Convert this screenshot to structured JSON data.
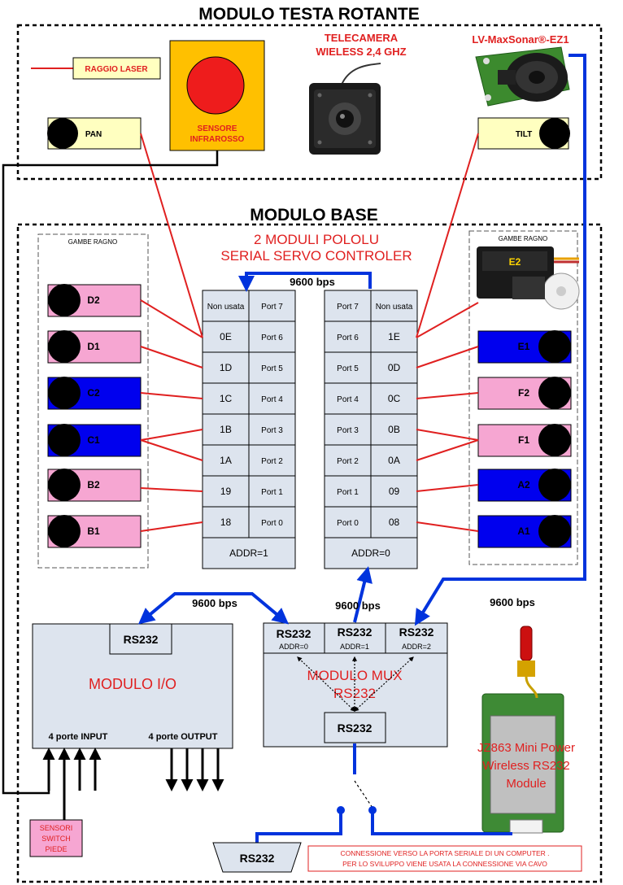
{
  "top_module": {
    "title": "MODULO TESTA ROTANTE",
    "laser_label": "RAGGIO LASER",
    "pan_label": "PAN",
    "tilt_label": "TILT",
    "ir_sensor": [
      "SENSORE",
      "INFRAROSSO"
    ],
    "camera": [
      "TELECAMERA",
      "WIELESS 2,4 GHZ"
    ],
    "sonar": "LV-MaxSonar®-EZ1"
  },
  "base_module": {
    "title": "MODULO BASE",
    "controller_title": [
      "2 MODULI POLOLU",
      "SERIAL SERVO  CONTROLER"
    ],
    "baud_top": "9600 bps",
    "left_group_label": "GAMBE RAGNO",
    "right_group_label": "GAMBE RAGNO",
    "servo_image_label": "E2",
    "left_legs": [
      {
        "label": "D2",
        "color": "#f6a6d2"
      },
      {
        "label": "D1",
        "color": "#f6a6d2"
      },
      {
        "label": "C2",
        "color": "#0000ee"
      },
      {
        "label": "C1",
        "color": "#0000ee"
      },
      {
        "label": "B2",
        "color": "#f6a6d2"
      },
      {
        "label": "B1",
        "color": "#f6a6d2"
      }
    ],
    "right_legs": [
      {
        "label": "E1",
        "color": "#0000ee"
      },
      {
        "label": "F2",
        "color": "#f6a6d2"
      },
      {
        "label": "F1",
        "color": "#f6a6d2"
      },
      {
        "label": "A2",
        "color": "#0000ee"
      },
      {
        "label": "A1",
        "color": "#0000ee"
      }
    ],
    "controller_left": {
      "rows": [
        [
          "Non usata",
          "Port 7"
        ],
        [
          "0E",
          "Port 6"
        ],
        [
          "1D",
          "Port 5"
        ],
        [
          "1C",
          "Port 4"
        ],
        [
          "1B",
          "Port 3"
        ],
        [
          "1A",
          "Port 2"
        ],
        [
          "19",
          "Port 1"
        ],
        [
          "18",
          "Port 0"
        ]
      ],
      "addr": "ADDR=1"
    },
    "controller_right": {
      "rows": [
        [
          "Port 7",
          "Non usata"
        ],
        [
          "Port 6",
          "1E"
        ],
        [
          "Port 5",
          "0D"
        ],
        [
          "Port 4",
          "0C"
        ],
        [
          "Port 3",
          "0B"
        ],
        [
          "Port 2",
          "0A"
        ],
        [
          "Port 1",
          "09"
        ],
        [
          "Port 0",
          "08"
        ]
      ],
      "addr": "ADDR=0"
    },
    "io_module": {
      "title": "MODULO I/O",
      "rs232": "RS232",
      "inputs": "4 porte INPUT",
      "outputs": "4 porte OUTPUT"
    },
    "mux_module": {
      "title": [
        "MODULO MUX",
        "RS232"
      ],
      "ports": [
        {
          "label": "RS232",
          "addr": "ADDR=0"
        },
        {
          "label": "RS232",
          "addr": "ADDR=1"
        },
        {
          "label": "RS232",
          "addr": "ADDR=2"
        }
      ],
      "bottom_port": "RS232"
    },
    "baud_io": "9600 bps",
    "baud_mux": "9600 bps",
    "baud_wireless": "9600 bps",
    "wireless": [
      "JZ863 Mini Power",
      "Wireless RS232",
      "Module"
    ],
    "sensors": [
      "SENSORI",
      "SWITCH",
      "PIEDE"
    ],
    "connector": "RS232",
    "note": [
      "CONNESSIONE VERSO LA PORTA SERIALE DI UN COMPUTER .",
      "PER LO SVILUPPO VIENE USATA LA CONNESSIONE VIA CAVO"
    ]
  },
  "colors": {
    "red_text": "#e02020",
    "wire_red": "#e02020",
    "wire_blue": "#0033dd",
    "box_fill": "#dde4ee",
    "pink": "#f6a6d2",
    "blue": "#0000ee",
    "yellow": "#ffffc0",
    "orange": "#ffc000"
  }
}
